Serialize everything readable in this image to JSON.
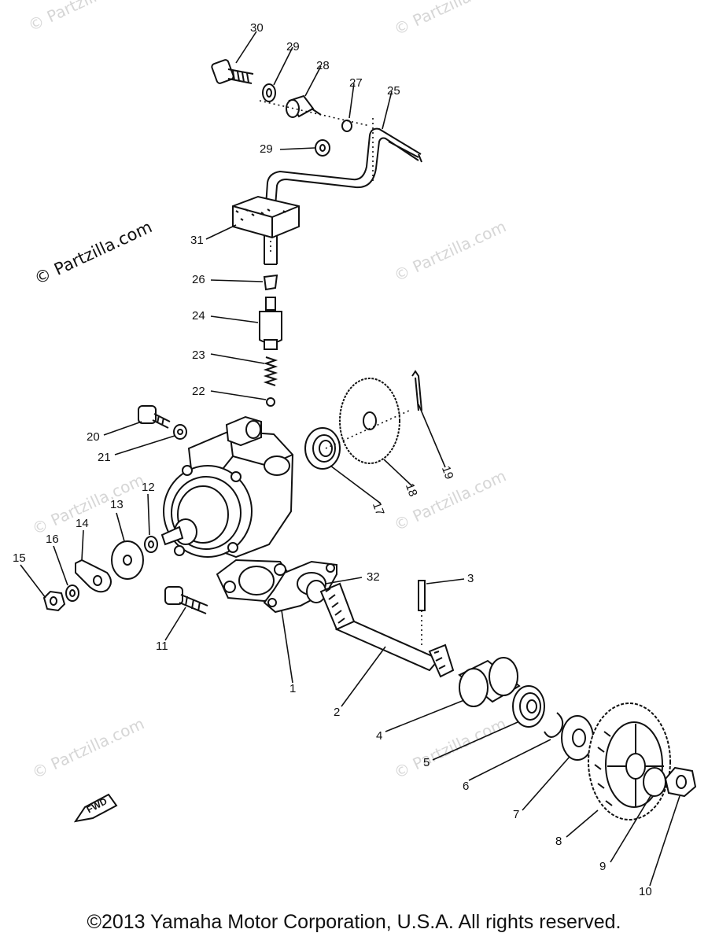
{
  "watermarks": {
    "main": "© Partzilla.com",
    "repeat": "© Partzilla.com"
  },
  "labels": {
    "p1": "1",
    "p2": "2",
    "p3": "3",
    "p4": "4",
    "p5": "5",
    "p6": "6",
    "p7": "7",
    "p8": "8",
    "p9": "9",
    "p10": "10",
    "p11": "11",
    "p12": "12",
    "p13": "13",
    "p14": "14",
    "p15": "15",
    "p16": "16",
    "p17": "17",
    "p18": "18",
    "p19": "19",
    "p20": "20",
    "p21": "21",
    "p22": "22",
    "p23": "23",
    "p24": "24",
    "p25": "25",
    "p26": "26",
    "p27": "27",
    "p28": "28",
    "p29a": "29",
    "p29b": "29",
    "p30": "30",
    "p31": "31",
    "p32": "32"
  },
  "fwd_label": "FWD",
  "copyright": "©2013 Yamaha Motor Corporation, U.S.A. All rights reserved."
}
